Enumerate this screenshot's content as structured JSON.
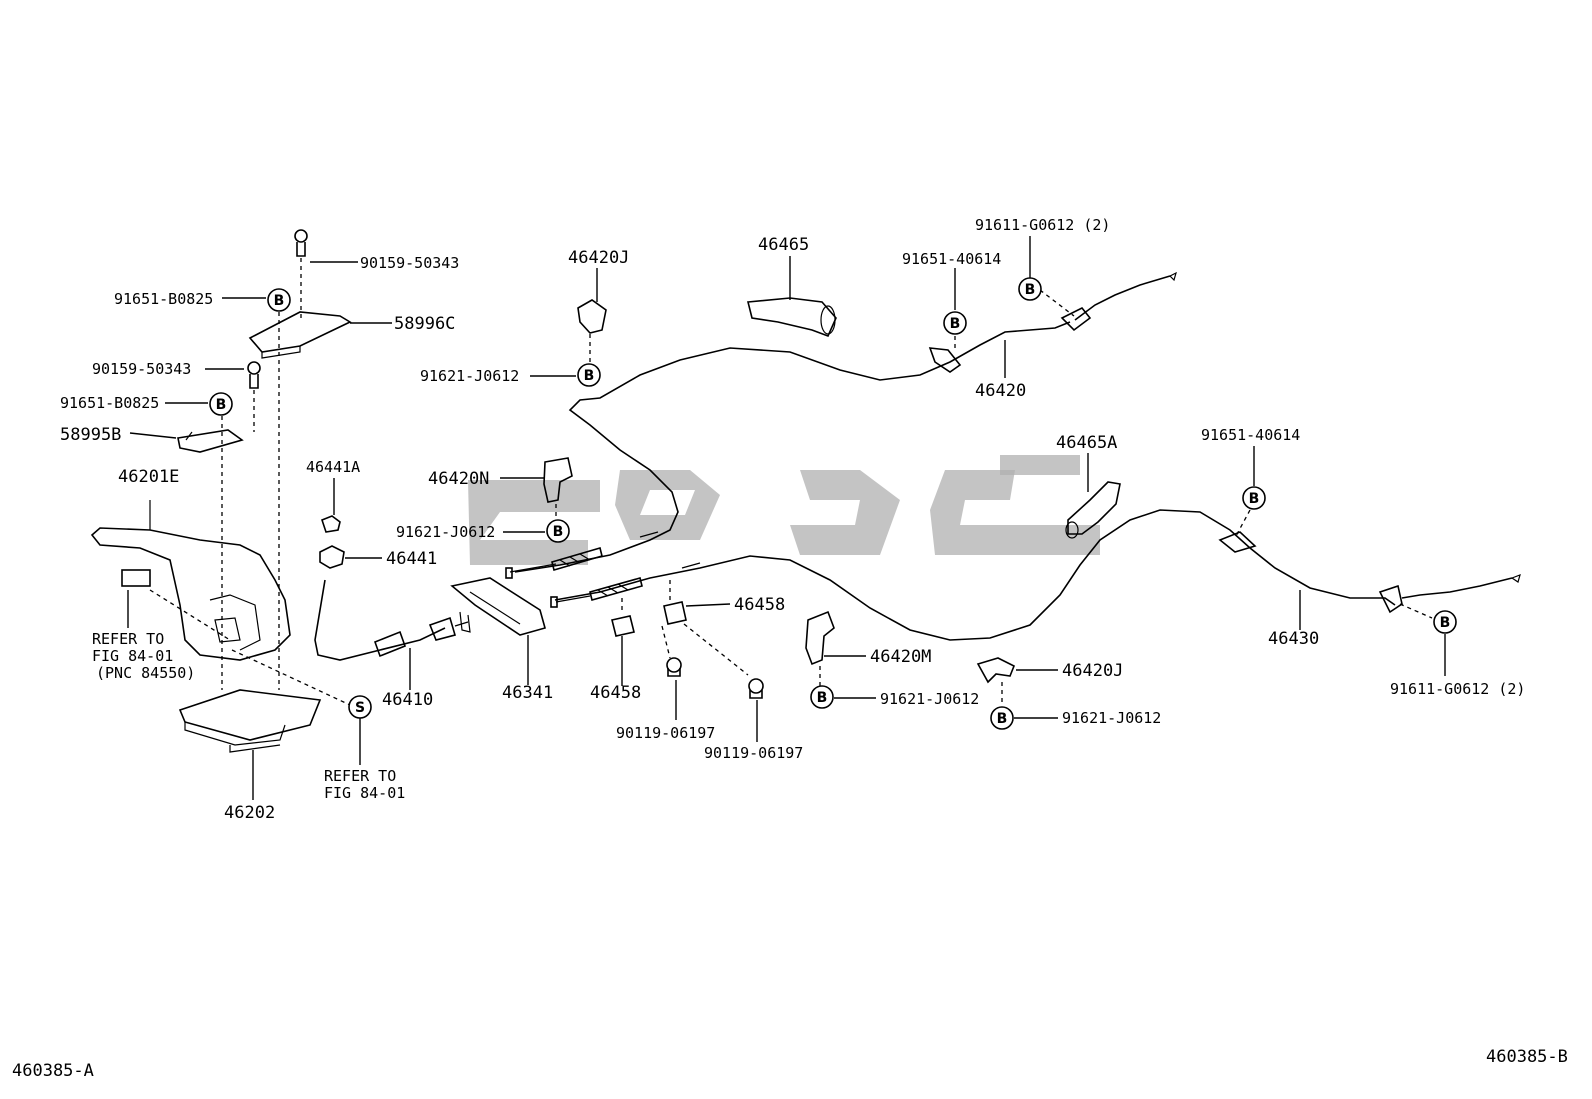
{
  "diagram": {
    "parts": [
      {
        "id": "p-90159-50343-a",
        "number": "90159-50343"
      },
      {
        "id": "p-91651-b0825-a",
        "number": "91651-B0825"
      },
      {
        "id": "p-58996c",
        "number": "58996C"
      },
      {
        "id": "p-90159-50343-b",
        "number": "90159-50343"
      },
      {
        "id": "p-91651-b0825-b",
        "number": "91651-B0825"
      },
      {
        "id": "p-58995b",
        "number": "58995B"
      },
      {
        "id": "p-46201e",
        "number": "46201E"
      },
      {
        "id": "p-46441a",
        "number": "46441A"
      },
      {
        "id": "p-46441",
        "number": "46441"
      },
      {
        "id": "p-46410",
        "number": "46410"
      },
      {
        "id": "p-46341",
        "number": "46341"
      },
      {
        "id": "p-46202",
        "number": "46202"
      },
      {
        "id": "p-46420j-top",
        "number": "46420J"
      },
      {
        "id": "p-91621-j0612-a",
        "number": "91621-J0612"
      },
      {
        "id": "p-46420n",
        "number": "46420N"
      },
      {
        "id": "p-91621-j0612-b",
        "number": "91621-J0612"
      },
      {
        "id": "p-46465",
        "number": "46465"
      },
      {
        "id": "p-91651-40614-a",
        "number": "91651-40614"
      },
      {
        "id": "p-91611-g0612-a",
        "number": "91611-G0612 (2)"
      },
      {
        "id": "p-46420",
        "number": "46420"
      },
      {
        "id": "p-46465a",
        "number": "46465A"
      },
      {
        "id": "p-91651-40614-b",
        "number": "91651-40614"
      },
      {
        "id": "p-46458-a",
        "number": "46458"
      },
      {
        "id": "p-46458-b",
        "number": "46458"
      },
      {
        "id": "p-90119-06197-a",
        "number": "90119-06197"
      },
      {
        "id": "p-90119-06197-b",
        "number": "90119-06197"
      },
      {
        "id": "p-46420m",
        "number": "46420M"
      },
      {
        "id": "p-91621-j0612-c",
        "number": "91621-J0612"
      },
      {
        "id": "p-46420j-right",
        "number": "46420J"
      },
      {
        "id": "p-91621-j0612-d",
        "number": "91621-J0612"
      },
      {
        "id": "p-46430",
        "number": "46430"
      },
      {
        "id": "p-91611-g0612-b",
        "number": "91611-G0612 (2)"
      }
    ],
    "refer_notes": {
      "left": [
        "REFER TO",
        "FIG 84-01",
        "(PNC 84550)"
      ],
      "bottom": [
        "REFER TO",
        "FIG 84-01"
      ]
    },
    "markers": {
      "b": "B",
      "s": "S"
    },
    "corners": {
      "left": "460385-A",
      "right": "460385-B"
    }
  }
}
